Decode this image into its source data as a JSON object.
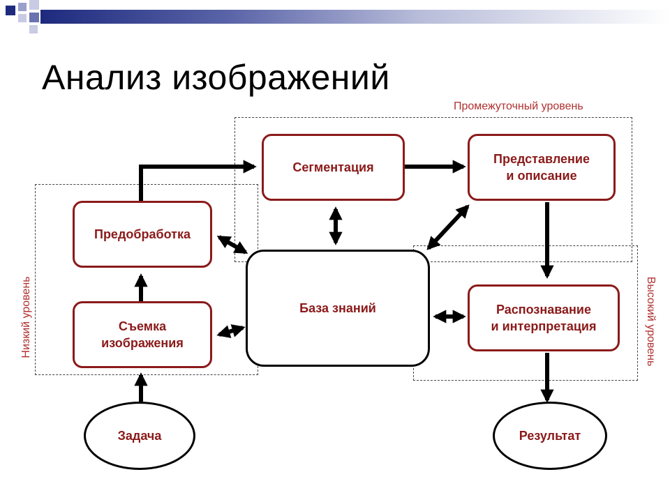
{
  "slide": {
    "title": "Анализ изображений"
  },
  "zones": {
    "intermediate": "Промежуточный уровень",
    "low": "Низкий уровень",
    "high": "Высокий уровень"
  },
  "nodes": {
    "segmentation": "Сегментация",
    "representation": "Представление\nи описание",
    "preprocessing": "Предобработка",
    "knowledge_base": "База знаний",
    "acquisition": "Съемка\nизображения",
    "recognition": "Распознавание\nи интерпретация",
    "task": "Задача",
    "result": "Результат"
  },
  "colors": {
    "accent": "#8b1a1a",
    "zone_label": "#b03030",
    "header_dark": "#1e2a7e"
  }
}
